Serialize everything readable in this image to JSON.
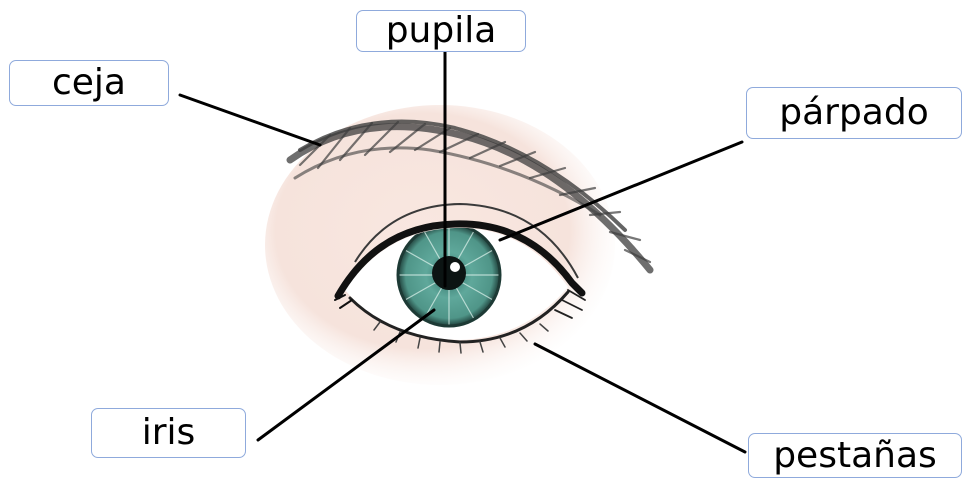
{
  "labels": {
    "pupila": "pupila",
    "ceja": "ceja",
    "parpado": "párpado",
    "iris": "iris",
    "pestanas": "pestañas"
  },
  "colors": {
    "box_border": "#8faadc",
    "iris": "#5a9e92",
    "skin": "#f6e3dc",
    "leader_line": "#000000"
  }
}
